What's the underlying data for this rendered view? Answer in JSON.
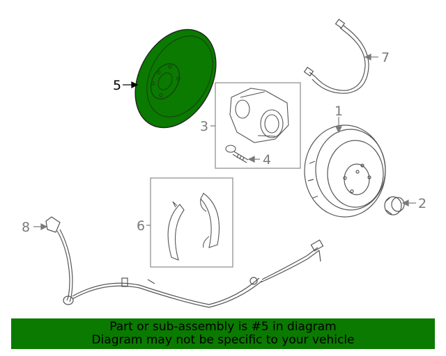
{
  "diagram": {
    "callouts": [
      {
        "id": "1",
        "label": "1"
      },
      {
        "id": "2",
        "label": "2"
      },
      {
        "id": "3",
        "label": "3"
      },
      {
        "id": "4",
        "label": "4"
      },
      {
        "id": "5",
        "label": "5"
      },
      {
        "id": "6",
        "label": "6"
      },
      {
        "id": "7",
        "label": "7"
      },
      {
        "id": "8",
        "label": "8"
      }
    ],
    "highlighted_part": "5",
    "colors": {
      "highlight": "#0a7a00",
      "line": "#7a7a7a",
      "callout_text": "#7a7a7a",
      "banner_bg": "#0a7a00"
    }
  },
  "banner": {
    "line1": "Part or sub-assembly is #5 in diagram",
    "line2": "Diagram may not be specific to your vehicle"
  }
}
